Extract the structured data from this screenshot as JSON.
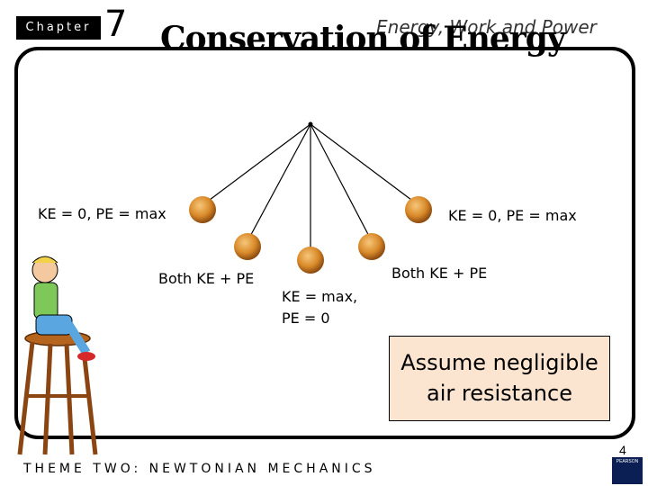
{
  "header": {
    "chapter_label": "Chapter",
    "chapter_number": "7",
    "subtitle": "Energy, Work and Power",
    "title": "Conservation of Energy"
  },
  "diagram": {
    "label_left_top": "KE = 0, PE = max",
    "label_right_top": "KE = 0, PE = max",
    "label_left_mid": "Both KE + PE",
    "label_right_mid": "Both KE + PE",
    "label_center_line1": "KE = max,",
    "label_center_line2": "PE = 0"
  },
  "note": {
    "line1": "Assume negligible",
    "line2": "air resistance"
  },
  "footer": {
    "text": "THEME TWO:  NEWTONIAN MECHANICS",
    "page_number": "4",
    "logo_text": "PEARSON"
  },
  "colors": {
    "ball": "#d98a2a",
    "note_bg": "#fbe5d0"
  }
}
